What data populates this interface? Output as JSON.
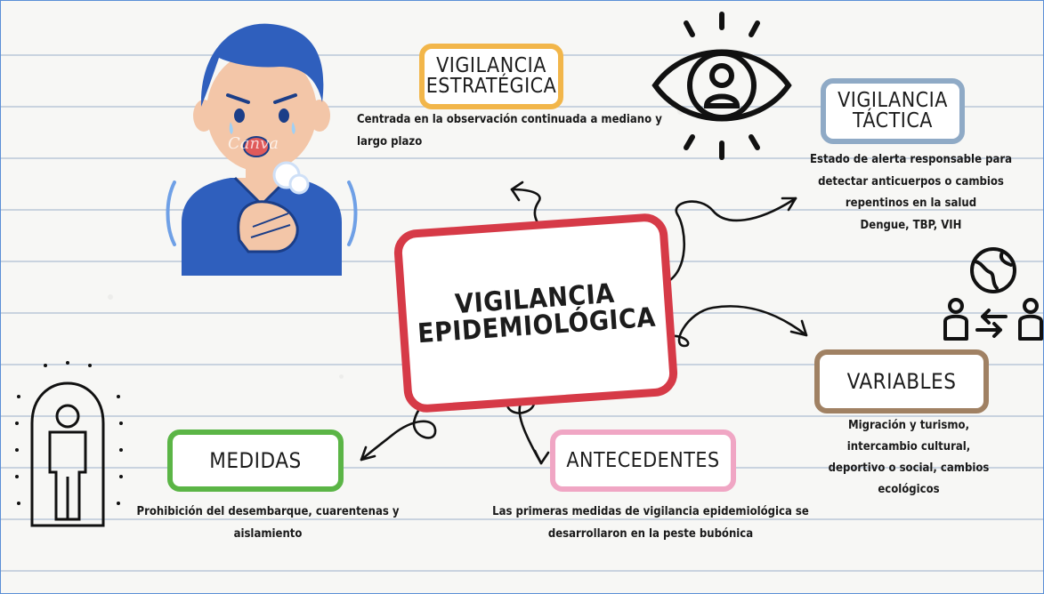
{
  "center": {
    "line1": "VIGILANCIA",
    "line2": "EPIDEMIOLÓGICA",
    "color": "#d63a47"
  },
  "nodes": {
    "estrategica": {
      "line1": "VIGILANCIA",
      "line2": "ESTRATÉGICA",
      "color": "#f2b64a",
      "desc": "Centrada en la observación continuada a mediano y largo plazo"
    },
    "tactica": {
      "line1": "VIGILANCIA",
      "line2": "TÁCTICA",
      "color": "#8faac6",
      "desc1": "Estado de alerta responsable para",
      "desc2": "detectar anticuerpos o cambios",
      "desc3": "repentinos en la salud",
      "desc4": "Dengue, TBP, VIH"
    },
    "variables": {
      "label": "VARIABLES",
      "color": "#a08163",
      "desc1": "Migración y turismo,",
      "desc2": "intercambio cultural,",
      "desc3": "deportivo o social, cambios",
      "desc4": "ecológicos"
    },
    "medidas": {
      "label": "MEDIDAS",
      "color": "#5bb546",
      "desc1": "Prohibición del desembarque, cuarentenas y",
      "desc2": "aislamiento"
    },
    "antecedentes": {
      "label": "ANTECEDENTES",
      "color": "#f0a6c4",
      "desc1": "Las primeras medidas de vigilancia epidemiológica se",
      "desc2": "desarrollaron en la peste bubónica"
    }
  },
  "watermark": "Canva",
  "icons": [
    "sick-person-icon",
    "eye-icon",
    "globe-exchange-icon",
    "isolation-person-icon"
  ]
}
